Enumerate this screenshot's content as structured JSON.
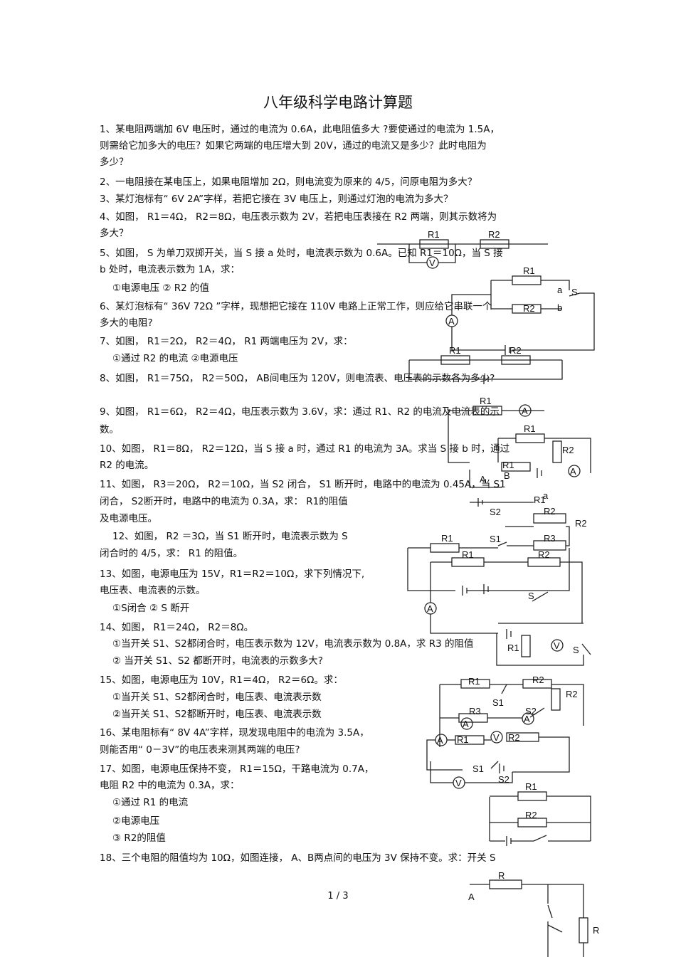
{
  "title": "八年级科学电路计算题",
  "lines": [
    "1、某电阻两端加 6V 电压时，通过的电流为 0.6A，此电阻值多大 ?要使通过的电流为 1.5A，",
    "则需给它加多大的电压？如果它两端的电压增大到 20V，通过的电流又是多少？此时电阻为",
    "多少？",
    "2、一电阻接在某电压上，如果电阻增加 2Ω，则电流变为原来的 4/5，问原电阻为多大？",
    "3、某灯泡标有“ 6V 2A”字样，若把它接在 3V 电压上，则通过灯泡的电流为多大？",
    "4、如图， R1＝4Ω， R2＝8Ω，电压表示数为 2V，若把电压表接在 R2 两端，则其示数将为",
    "多大？",
    "5、如图， S 为单刀双掷开关，当 S 接 a 处时，电流表示数为 0.6A。已知 R1＝10Ω，当 S 接",
    "b 处时，电流表示数为 1A，求：",
    "①电源电压 ② R2 的值",
    "6、某灯泡标有“ 36V 72Ω ”字样，现想把它接在 110V 电路上正常工作，则应给它串联一个",
    "多大的电阻?",
    "7、如图， R1＝2Ω， R2＝4Ω， R1 两端电压为 2V，求：",
    "①通过 R2 的电流 ②电源电压",
    "8、如图， R1＝75Ω， R2＝50Ω， AB间电压为 120V，则电流表、电压表的示数各为多少?",
    "9、如图， R1＝6Ω， R2＝4Ω，电压表示数为 3.6V，求：通过 R1、R2 的电流及电流表的示",
    "数。",
    "10、如图， R1＝8Ω， R2＝12Ω，当 S 接 a 时，通过 R1 的电流为 3A。求当 S 接 b 时，通过",
    "R2 的电流。",
    "11、如图， R3＝20Ω， R2＝10Ω，当 S2 闭合， S1 断开时，电路中的电流为 0.45A，当 S1",
    "闭合， S2断开时，电路中的电流为 0.3A，求： R1的阻值",
    "及电源电压。",
    "12、如图， R2 ＝3Ω，当 S1 断开时，电流表示数为 S",
    "闭合时的 4/5，求： R1 的阻值。",
    "13、如图，电源电压为 15V，R1＝R2＝10Ω，求下列情况下,",
    "电压表、电流表的示数。",
    "①S闭合 ② S 断开",
    "14、如图， R1＝24Ω， R2＝8Ω。",
    "①当开关 S1、S2都闭合时，电压表示数为 12V，电流表示数为 0.8A，求 R3 的阻值",
    "② 当开关 S1、S2 都断开时，电流表的示数多大?",
    "15、如图，电源电压为 10V，R1＝4Ω， R2＝6Ω。求：",
    "①当开关 S1、S2都闭合时，电压表、电流表示数",
    "②当开关 S1、S2都断开时，电压表、电流表示数",
    "16、某电阻标有“ 8V 4A”字样，现发现电阻中的电流为 3.5A，",
    "则能否用“ 0－3V”的电压表来测其两端的电压?",
    "17、如图，电源电压保持不变， R1＝15Ω，干路电流为 0.7A，",
    "电阻 R2 中的电流为 0.3A，求：",
    "①通过 R1 的电流",
    "②电源电压",
    "③ R2的阻值",
    "18、三个电阻的阻值均为 10Ω，如图连接， A、B两点间的电压为 3V 保持不变。求：开关 S"
  ],
  "page_number": "1 / 3",
  "circuit_labels": {
    "r1": "R1",
    "r2": "R2",
    "r3": "R3",
    "r": "R",
    "v": "V",
    "a_meter": "A",
    "s": "S",
    "s1": "S1",
    "s2": "S2",
    "a": "a",
    "b": "b",
    "pt_a": "A",
    "pt_b": "B"
  }
}
